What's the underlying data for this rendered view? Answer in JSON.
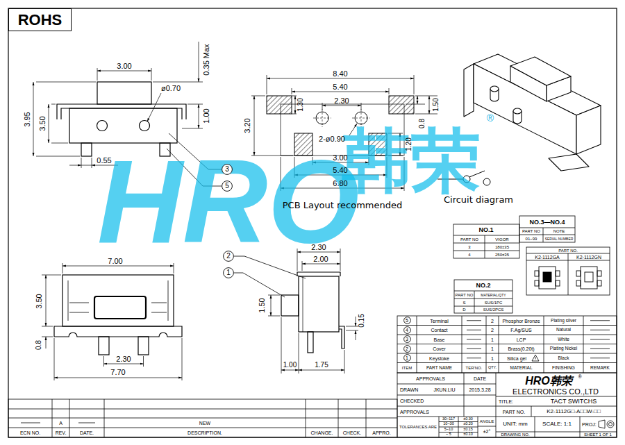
{
  "diagram": {
    "nodes": [
      {
        "text": [
          "ROHS"
        ]
      },
      {
        "text": [
          "3"
        ]
      },
      {
        "text": [
          "5"
        ]
      },
      {
        "text": [
          "2"
        ]
      },
      {
        "text": [
          "1"
        ]
      },
      {
        "text": [
          "5"
        ]
      },
      {
        "text": [
          "4"
        ]
      },
      {
        "text": [
          "3"
        ]
      },
      {
        "text": [
          "2"
        ]
      },
      {
        "text": [
          "1"
        ]
      }
    ],
    "labels": [
      "HRO",
      "韩荣",
      "3.00",
      "ø0.70",
      "0.35 Max",
      "1.00",
      "3.95",
      "3.50",
      "0.55",
      "8.40",
      "5.40",
      "2.30",
      "1.30",
      "0.8",
      "1.50",
      "3.20",
      "2-ø0.90",
      "1.20",
      "3.00",
      "5.40",
      "6.80",
      "PCB Layout recommended",
      "Circuit diagram",
      "®",
      "7.00",
      "3.50",
      "0.8",
      "2.30",
      "7.70",
      "2.30",
      "2.00",
      "1.50",
      "0.15",
      "1.00",
      "1.75",
      "NO.1",
      "PART NO",
      "VIGOR",
      "3",
      "180±35",
      "4",
      "250±35",
      "NO.3—NO.4",
      "PART NO",
      "NOTE",
      "01~99",
      "SERIAL NUMBER",
      "PART NO.",
      "K2-1112GA",
      "K2-1112GN",
      "NO.2",
      "PART NO",
      "MATERIAL/QTY",
      "S",
      "SUS/1PC",
      "D",
      "SUS/2PCS",
      "Terminal",
      "2",
      "Phosphor Bronze",
      "Plating silver",
      "Contact",
      "2",
      "F.Ag/SUS",
      "Natural",
      "Base",
      "1",
      "LCP",
      "White",
      "Cover",
      "1",
      "Brass(0.20t)",
      "Plating Nickel",
      "Keystoke",
      "1",
      "Silica gel",
      "Black",
      "ITEM",
      "PART NAME",
      "TER'NO.",
      "QTY.",
      "MATERIAL",
      "FINISHING",
      "REMARK",
      "APPROVALS",
      "DATE",
      "HRO韩荣",
      "®",
      "DRAWN",
      "JKUN.LIU",
      "2015.3.28",
      "ELECTRONICS CO.,LTD",
      "CHECKED",
      "TITLE:",
      "TACT SWITCHS",
      "APPROVALS",
      "PART NO.",
      "K2-1112G□-A□□W-□□",
      "TOLERANCES ARE",
      "30~117",
      "±0.30",
      "10~30",
      "±0.20",
      "5~10",
      "±0.15",
      "~ 5",
      "±0.10",
      "ANGLE",
      "±2°",
      "UNIT: mm",
      "SCALE: 1:1",
      "PROJ:",
      "DRAWING NO.",
      "SHEET 1 OF 1",
      "A",
      "NEW",
      "ECN NO.",
      "REV.",
      "DATE.",
      "DESCRIPTION.",
      "CHANGE.",
      "CHECK.",
      "APPRO."
    ]
  }
}
